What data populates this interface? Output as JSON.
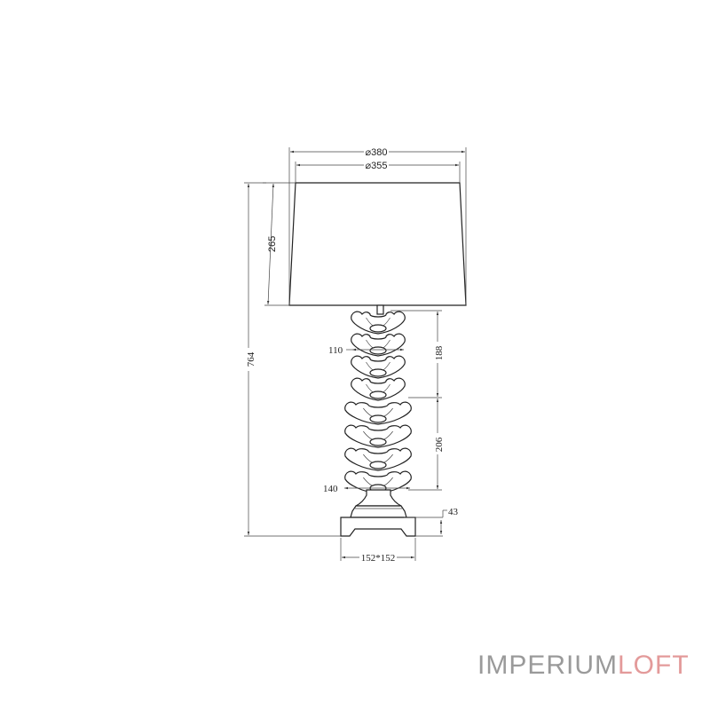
{
  "dimensions": {
    "shade_outer_diameter": "⌀380",
    "shade_inner_diameter": "⌀355",
    "shade_height": "265",
    "total_height": "764",
    "upper_body_width": "110",
    "lower_body_width": "140",
    "upper_body_height": "188",
    "lower_body_height": "206",
    "base_height": "43",
    "base_size": "152*152"
  },
  "logo": {
    "part1": "IMPERIUM",
    "part2": "LOFT",
    "colors": {
      "part1": "#9a9a9a",
      "part2": "#e39a9a"
    }
  }
}
